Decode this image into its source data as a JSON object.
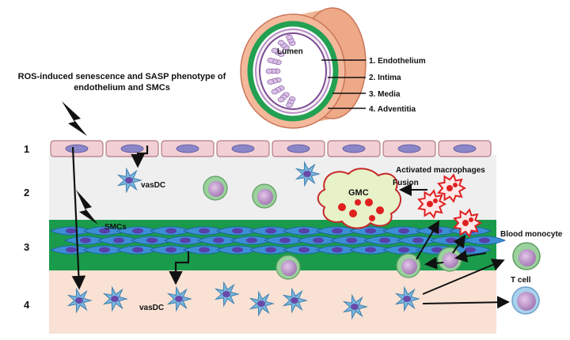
{
  "title": "ROS-induced senescence and SASP phenotype of endothelium and SMCs",
  "vessel": {
    "lumen": "Lumen",
    "layers": [
      "1. Endothelium",
      "2. Intima",
      "3. Media",
      "4. Adventitia"
    ]
  },
  "layer_numbers": [
    "1",
    "2",
    "3",
    "4"
  ],
  "labels": {
    "smcs": "SMCs",
    "vasdc_top": "vasDC",
    "vasdc_bottom": "vasDC",
    "gmc": "GMC",
    "fusion": "Fusion",
    "activated_macrophages": "Activated macrophages",
    "blood_monocyte": "Blood monocyte",
    "t_cell": "T cell"
  },
  "colors": {
    "endothelium_fill": "#f2cfd4",
    "endothelium_nucleus": "#8a86c8",
    "intima_bg": "#f1f1f1",
    "media_green": "#1a9b4b",
    "smc_blue": "#3c8fd6",
    "smc_nucleus": "#5a3fa8",
    "adventitia_bg": "#f9e1d4",
    "macrophage_red": "#e02020",
    "gmc_fill": "#e8f2c8",
    "monocyte_outer": "#9ad19c",
    "monocyte_inner": "#c7a3cf",
    "tcell_outer": "#a9d2ec",
    "dc_blue": "#79b7df"
  }
}
